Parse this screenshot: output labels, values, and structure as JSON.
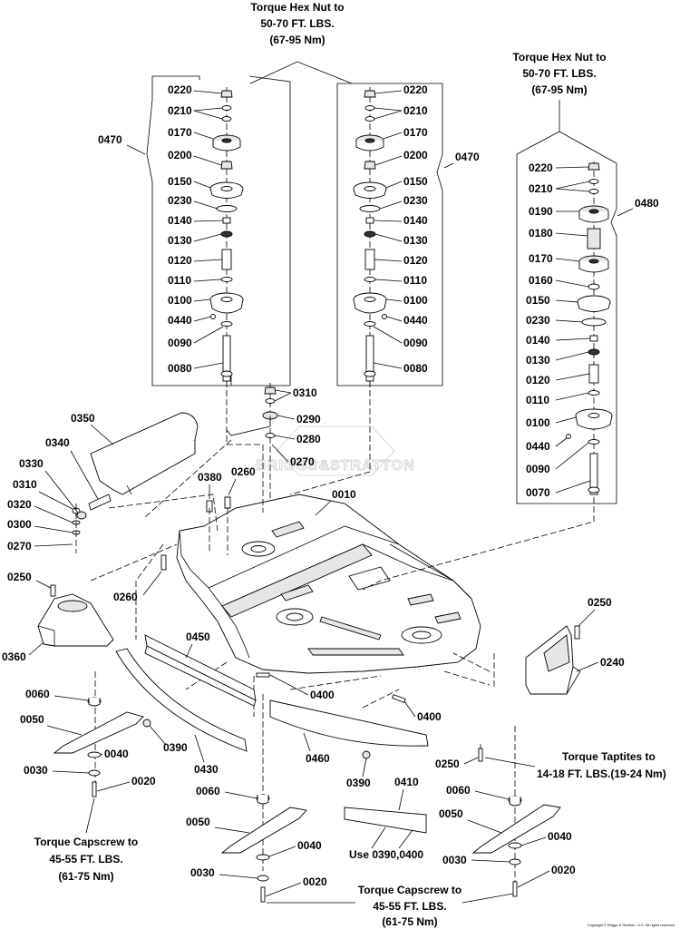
{
  "notes": {
    "top_torque": [
      "Torque Hex Nut to",
      "50-70 FT. LBS.",
      "(67-95 Nm)"
    ],
    "right_torque": [
      "Torque Hex Nut to",
      "50-70 FT. LBS.",
      "(67-95 Nm)"
    ],
    "taptites": [
      "Torque Taptites to",
      "14-18 FT. LBS.(19-24 Nm)"
    ],
    "capscrew_left": [
      "Torque Capscrew to",
      "45-55 FT. LBS.",
      "(61-75 Nm)"
    ],
    "capscrew_bottom": [
      "Torque Capscrew to",
      "45-55 FT. LBS.",
      "(61-75 Nm)"
    ],
    "use": "Use 0390,0400"
  },
  "watermark": "BRIGGS&STRATTON",
  "copyright": "Copyright © Briggs & Stratton, LLC. All rights reserved.",
  "labels": {
    "left_spindle": [
      "0220",
      "0210",
      "0170",
      "0200",
      "0150",
      "0230",
      "0140",
      "0130",
      "0120",
      "0110",
      "0100",
      "0440",
      "0090",
      "0080"
    ],
    "left_assy": "0470",
    "center_spindle": [
      "0220",
      "0210",
      "0170",
      "0200",
      "0150",
      "0230",
      "0140",
      "0130",
      "0120",
      "0110",
      "0100",
      "0440",
      "0090",
      "0080"
    ],
    "center_assy": "0470",
    "right_spindle": [
      "0220",
      "0210",
      "0190",
      "0180",
      "0170",
      "0160",
      "0150",
      "0230",
      "0140",
      "0130",
      "0120",
      "0110",
      "0100",
      "0440",
      "0090",
      "0070"
    ],
    "right_assy": "0480",
    "idler": [
      "0310",
      "0290",
      "0280",
      "0270"
    ],
    "left_pulley": [
      "0350",
      "0340",
      "0330",
      "0310",
      "0320",
      "0300",
      "0270"
    ],
    "deck": [
      "0380",
      "0260",
      "0010",
      "0260"
    ],
    "left_shield": [
      "0250",
      "0360"
    ],
    "right_shield": [
      "0250",
      "0240"
    ],
    "baffles": [
      "0450",
      "0430",
      "0390",
      "0400",
      "0400",
      "0460",
      "0390",
      "0410",
      "0250"
    ],
    "blade_left": [
      "0060",
      "0050",
      "0040",
      "0030",
      "0020"
    ],
    "blade_center": [
      "0060",
      "0050",
      "0040",
      "0030",
      "0020"
    ],
    "blade_right": [
      "0060",
      "0050",
      "0040",
      "0030",
      "0020"
    ]
  }
}
